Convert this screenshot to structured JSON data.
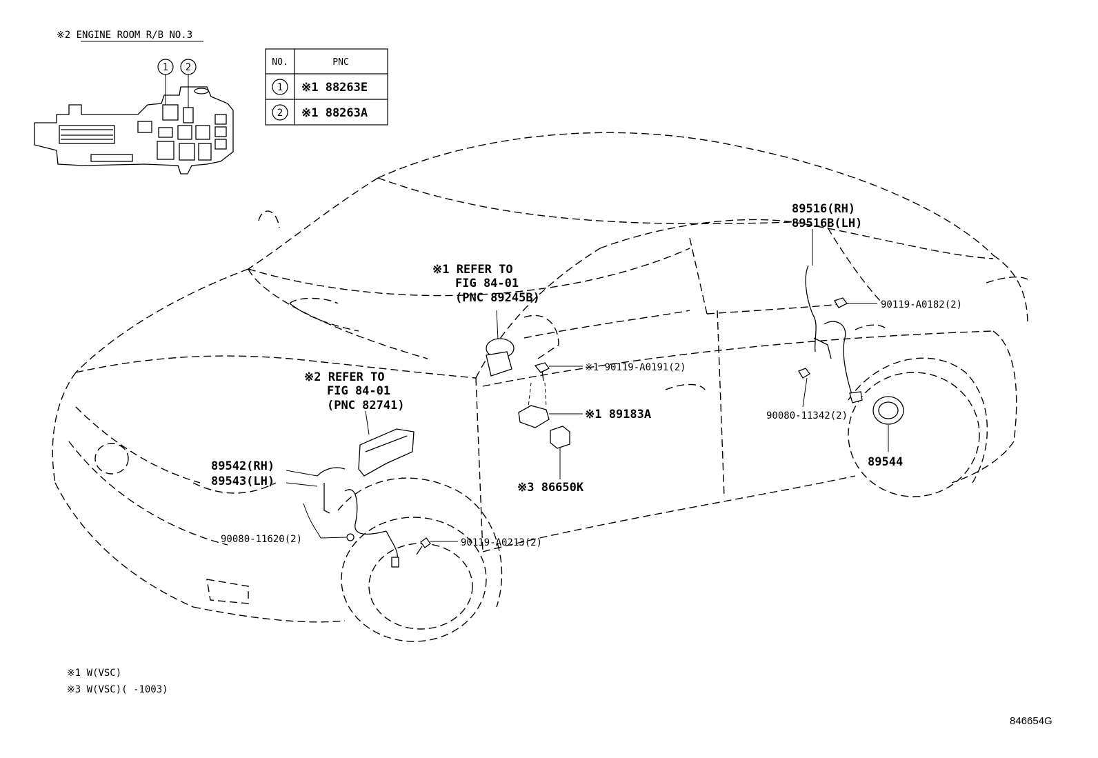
{
  "relay_block": {
    "title": "※2 ENGINE ROOM R/B NO.3"
  },
  "pnc_table": {
    "headers": [
      "NO.",
      "PNC"
    ],
    "rows": [
      {
        "no": "1",
        "pnc": "※1 88263E"
      },
      {
        "no": "2",
        "pnc": "※1 88263A"
      }
    ]
  },
  "callouts": {
    "refer1": [
      "※1 REFER TO",
      "FIG 84-01",
      "(PNC 89245B)"
    ],
    "refer2": [
      "※2 REFER TO",
      "FIG 84-01",
      "(PNC 82741)"
    ],
    "rear_sensor": [
      "89516(RH)",
      "89516B(LH)"
    ],
    "bolt_rear_upper": "90119-A0182(2)",
    "bolt_rear_lower": "90080-11342(2)",
    "rotor_rear": "89544",
    "bolt_yaw": "※1 90119-A0191(2)",
    "yaw_sensor": "※1 89183A",
    "buzzer": "※3 86650K",
    "front_sensor": [
      "89542(RH)",
      "89543(LH)"
    ],
    "bolt_front_left": "90080-11620(2)",
    "bolt_front_right": "90119-A0213(2)"
  },
  "footnotes": [
    "※1 W(VSC)",
    "※3 W(VSC)(   -1003)"
  ],
  "figure_id": "846654G"
}
